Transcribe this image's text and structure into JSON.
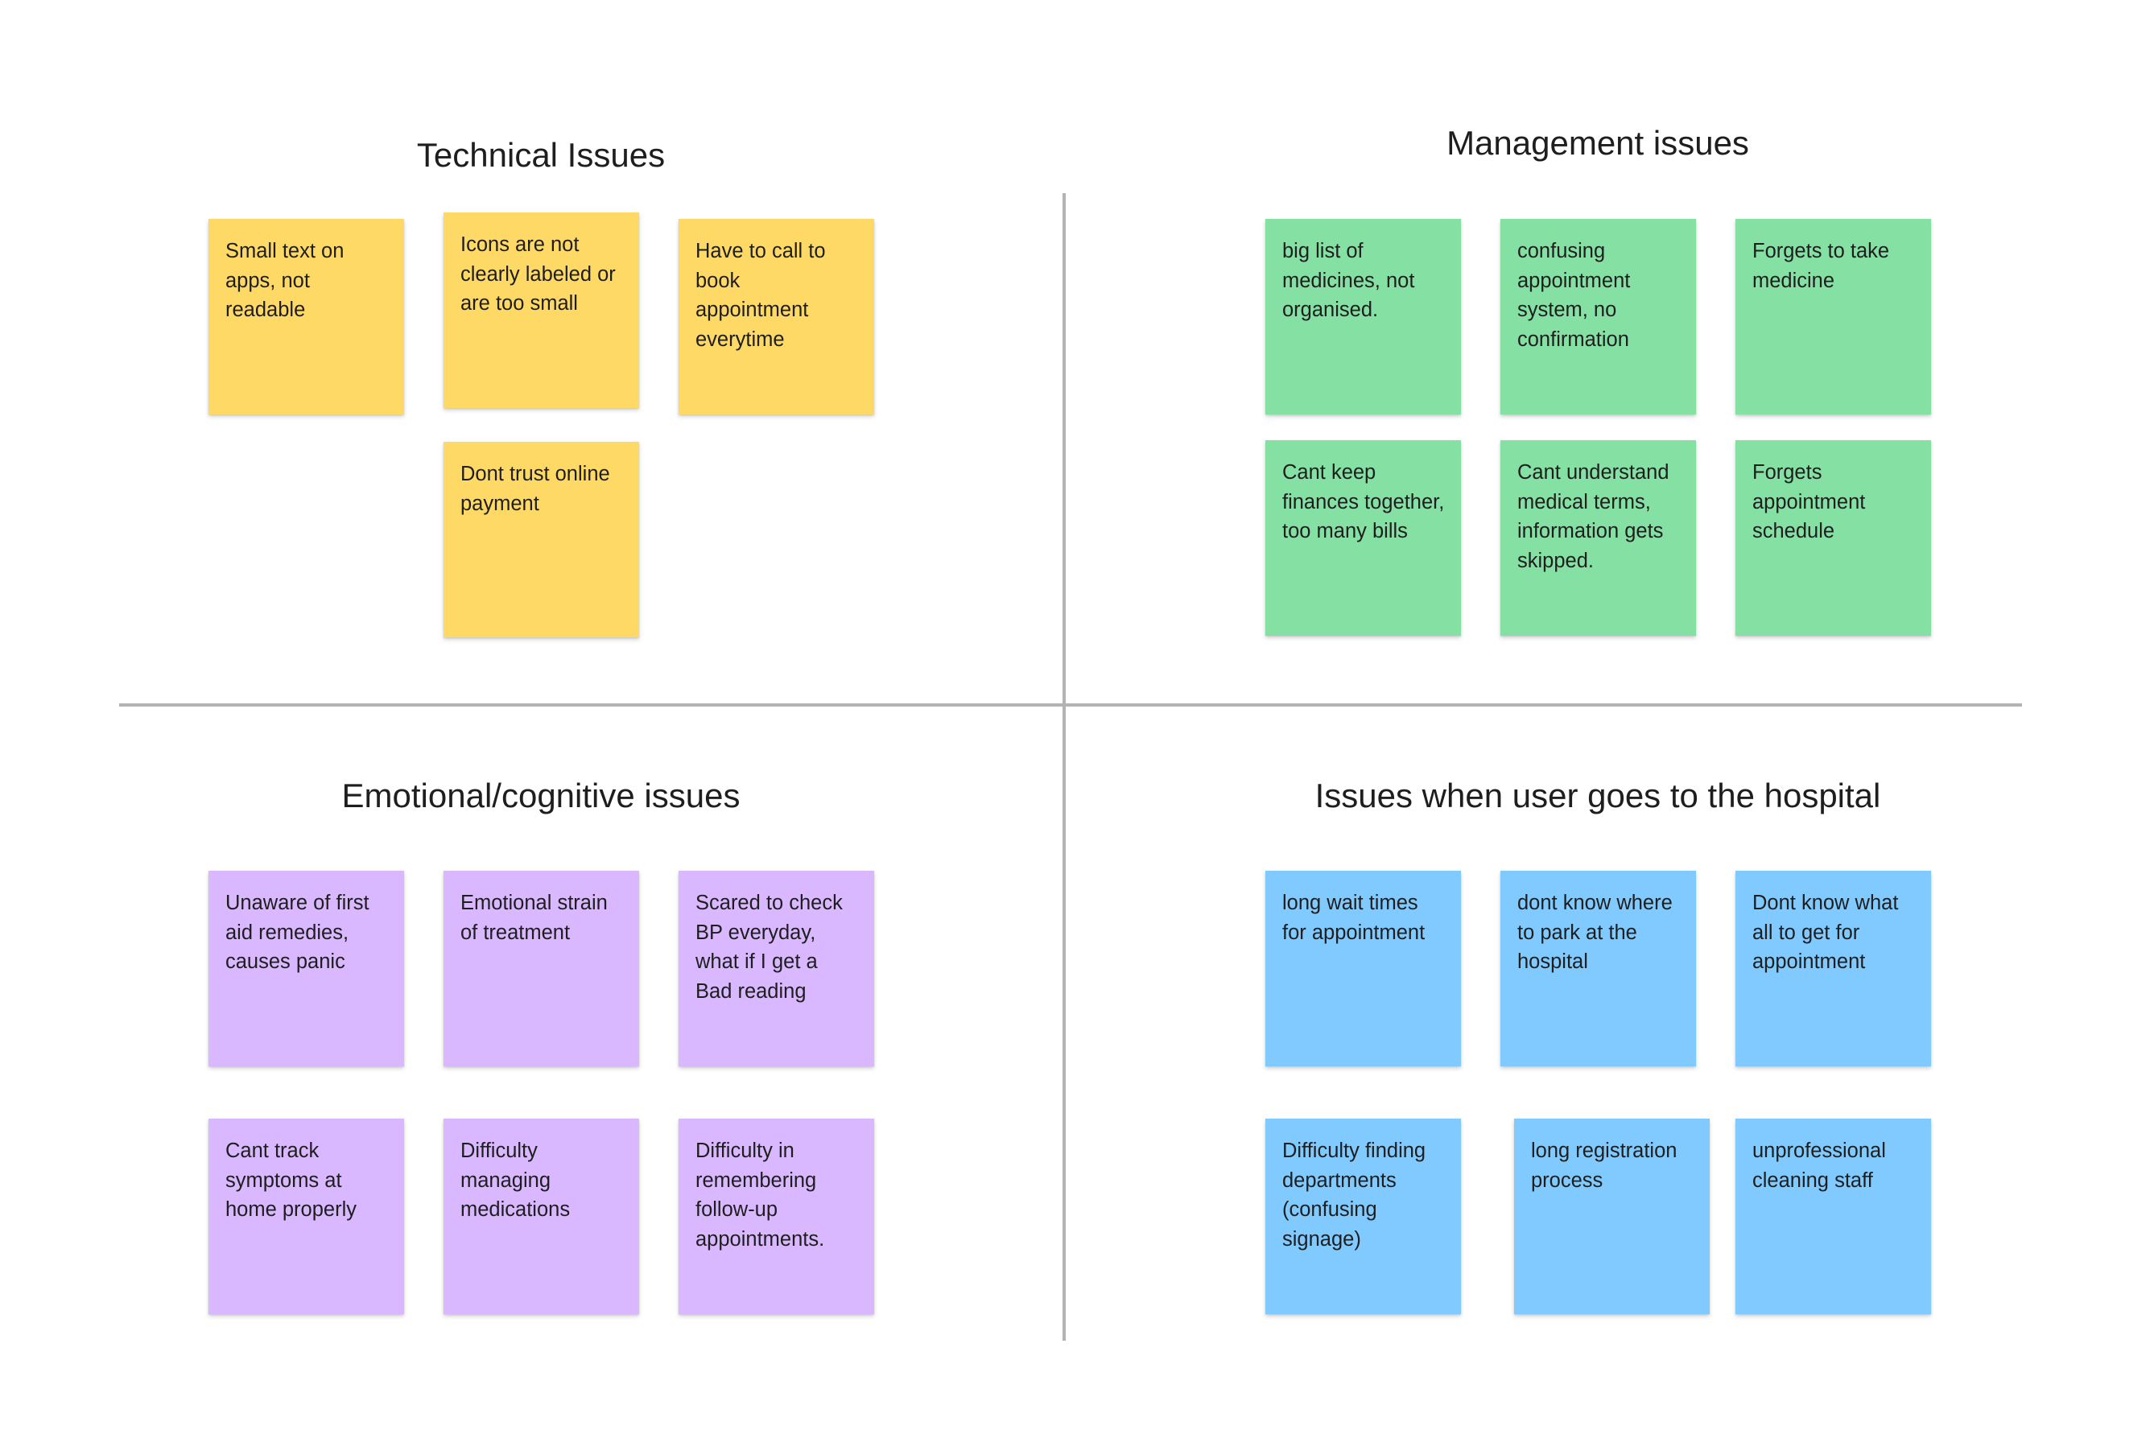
{
  "colors": {
    "yellow": "#ffd966",
    "green": "#85e0a3",
    "purple": "#d9b8ff",
    "blue": "#80caff",
    "divider": "#b3b3b3",
    "text": "#1e1e1e"
  },
  "technical": {
    "title": "Technical Issues",
    "notes": [
      "Small text on apps, not readable",
      "Icons are not clearly labeled or are too small",
      "Have to call to book appointment everytime",
      "Dont trust online payment"
    ]
  },
  "management": {
    "title": "Management issues",
    "notes": [
      "big list of medicines, not organised.",
      "confusing appointment system, no confirmation",
      "Forgets to take medicine",
      "Cant keep finances together, too many bills",
      "Cant understand medical terms, information gets skipped.",
      "Forgets appointment schedule"
    ]
  },
  "emotional": {
    "title": "Emotional/cognitive issues",
    "notes": [
      "Unaware of first aid remedies, causes panic",
      "Emotional strain of treatment",
      "Scared to check BP everyday, what if I get a Bad reading",
      "Cant track symptoms at home properly",
      "Difficulty managing medications",
      "Difficulty in remembering follow-up appointments."
    ]
  },
  "hospital": {
    "title": "Issues when user goes to the hospital",
    "notes": [
      "long wait times for appointment",
      "dont know where to park at the hospital",
      "Dont know what all to get for appointment",
      "Difficulty finding departments (confusing signage)",
      "long registration process",
      "unprofessional cleaning staff"
    ]
  }
}
